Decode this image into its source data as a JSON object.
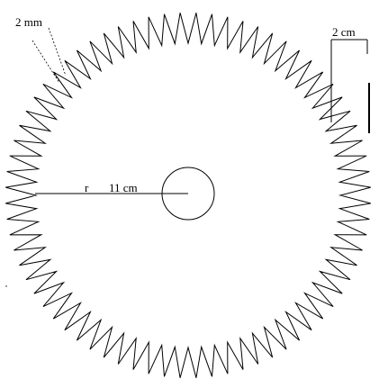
{
  "diagram": {
    "labels": {
      "tooth_thickness": "2 mm",
      "tooth_height": "2 cm",
      "radius_symbol": "r",
      "radius_value": "11 cm"
    },
    "teeth_count": 72,
    "colors": {
      "stroke": "#000000",
      "background": "#ffffff"
    }
  }
}
